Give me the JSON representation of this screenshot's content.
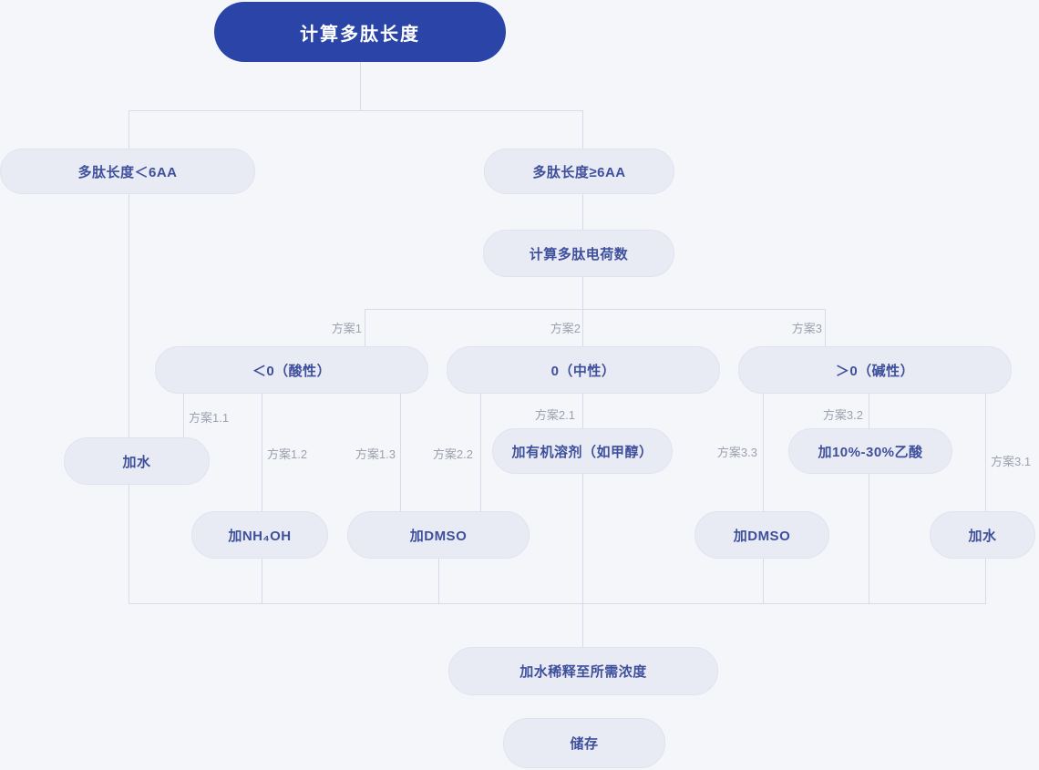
{
  "diagram": {
    "title": "计算多肽长度",
    "nodes": {
      "root": "计算多肽长度",
      "len_short": "多肽长度＜6AA",
      "len_long": "多肽长度≥6AA",
      "calc_charge": "计算多肽电荷数",
      "acidic": "＜0（酸性）",
      "neutral": "0（中性）",
      "basic": "＞0（碱性）",
      "add_water_left": "加水",
      "add_nh4oh": "加NH₄OH",
      "add_dmso_left": "加DMSO",
      "add_organic_solvent": "加有机溶剂（如甲醇）",
      "add_acetic_acid": "加10%-30%乙酸",
      "add_dmso_right": "加DMSO",
      "add_water_right": "加水",
      "dilute": "加水稀释至所需浓度",
      "store": "储存"
    },
    "branch_labels": {
      "plan1": "方案1",
      "plan2": "方案2",
      "plan3": "方案3",
      "plan1_1": "方案1.1",
      "plan1_2": "方案1.2",
      "plan1_3": "方案1.3",
      "plan2_1": "方案2.1",
      "plan2_2": "方案2.2",
      "plan3_1": "方案3.1",
      "plan3_2": "方案3.2",
      "plan3_3": "方案3.3"
    },
    "colors": {
      "background": "#f5f6fa",
      "node_fill": "#e9ebf4",
      "node_border": "#dfe3f0",
      "node_text": "#3e4f9c",
      "root_fill": "#2a44a7",
      "root_text": "#ffffff",
      "connector": "#d7dbe9",
      "branch_label_text": "#9ba1af"
    }
  }
}
